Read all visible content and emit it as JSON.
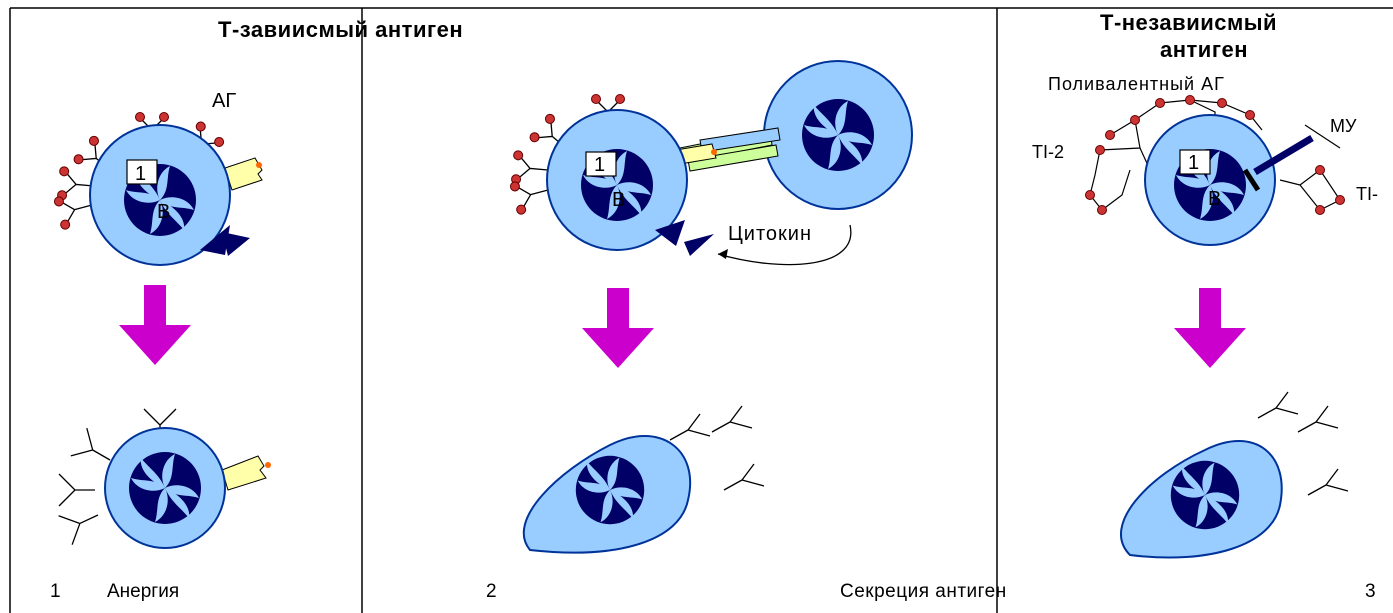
{
  "titles": {
    "t_dependent": "Т-завиисмый антиген",
    "t_independent_line1": "Т-незавиисмый",
    "t_independent_line2": "антиген"
  },
  "labels": {
    "ag": "АГ",
    "polyvalent": "Поливалентный АГ",
    "ti2": "TI-2",
    "ti1": "TI-",
    "mu": "МУ",
    "cytokine": "Цитокин",
    "box_number": "1",
    "b_cell": "В"
  },
  "captions": {
    "n1": "1",
    "anergy": "Анергия",
    "n2": "2",
    "secretion": "Секреция антиген",
    "n3": "3"
  },
  "colors": {
    "cell_fill": "#99ccff",
    "cell_stroke": "#003399",
    "nucleus": "#000066",
    "arrow": "#cc00cc",
    "antigen_dot": "#cc3333",
    "receptor_fill": "#ffffaa",
    "receptor_tip": "#ff6600",
    "tcell_link_blue": "#99ccff",
    "tcell_link_green": "#ccff99"
  }
}
